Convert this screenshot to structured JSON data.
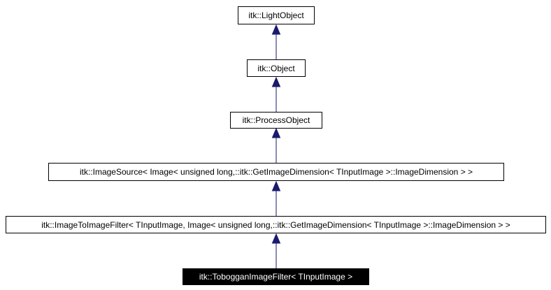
{
  "colors": {
    "edge": "#1a1a6e",
    "node_border": "#000000",
    "node_fill": "#ffffff",
    "current_fill": "#000000",
    "current_text": "#ffffff"
  },
  "nodes": [
    {
      "id": "light-object",
      "label": "itk::LightObject"
    },
    {
      "id": "object",
      "label": "itk::Object"
    },
    {
      "id": "process-object",
      "label": "itk::ProcessObject"
    },
    {
      "id": "image-source",
      "label": "itk::ImageSource< Image< unsigned long,::itk::GetImageDimension< TInputImage >::ImageDimension > >"
    },
    {
      "id": "image-to-image-filter",
      "label": "itk::ImageToImageFilter< TInputImage, Image< unsigned long,::itk::GetImageDimension< TInputImage >::ImageDimension > >"
    },
    {
      "id": "toboggan-image-filter",
      "label": "itk::TobogganImageFilter< TInputImage >"
    }
  ]
}
